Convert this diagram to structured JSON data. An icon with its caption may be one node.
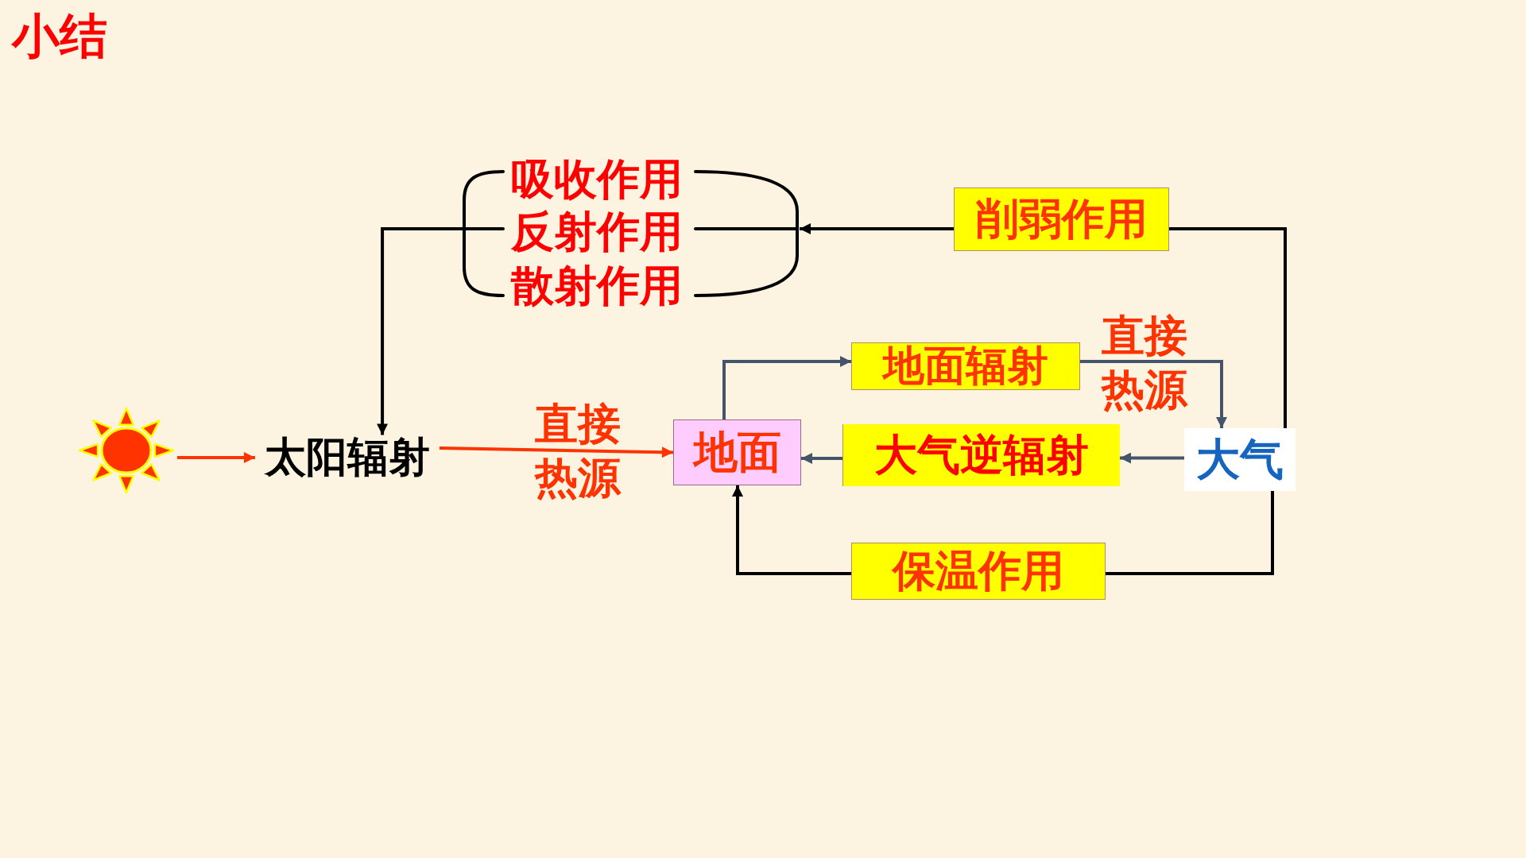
{
  "diagram": {
    "title": "小结",
    "nodes": [
      {
        "text": [],
        "shape": "sun"
      },
      {
        "text": [
          "太阳辐射"
        ]
      },
      {
        "text": [],
        "shape": "bracket"
      },
      {
        "text": [
          "吸收作用"
        ],
        "in": 2
      },
      {
        "text": [
          "反射作用"
        ],
        "in": 2
      },
      {
        "text": [
          "散射作用"
        ],
        "in": 2
      },
      {
        "text": [
          "削弱作用"
        ]
      },
      {
        "text": [
          "地面"
        ]
      },
      {
        "text": [
          "地面辐射"
        ]
      },
      {
        "text": [
          "大气逆辐射"
        ]
      },
      {
        "text": [
          "大气"
        ]
      },
      {
        "text": [
          "保温作用"
        ]
      }
    ],
    "edges": [
      {
        "from": 0,
        "to": 1,
        "arrow": "to",
        "color": "#ff3300"
      },
      {
        "from": 1,
        "to": 7,
        "arrow": "to",
        "label": "直接热源",
        "color": "#ff3300"
      },
      {
        "from": 10,
        "to": 6,
        "arrow": "none"
      },
      {
        "from": 6,
        "to": 2,
        "arrow": "to"
      },
      {
        "from": 2,
        "to": 1,
        "arrow": "to"
      },
      {
        "from": 7,
        "to": 8,
        "arrow": "to",
        "color": "#44546a"
      },
      {
        "from": 8,
        "to": 10,
        "arrow": "to",
        "label": "直接热源",
        "color": "#44546a"
      },
      {
        "from": 10,
        "to": 9,
        "arrow": "to",
        "color": "#44546a"
      },
      {
        "from": 9,
        "to": 7,
        "arrow": "to",
        "color": "#44546a"
      },
      {
        "from": 10,
        "to": 11,
        "arrow": "none"
      },
      {
        "from": 11,
        "to": 7,
        "arrow": "to"
      }
    ]
  }
}
